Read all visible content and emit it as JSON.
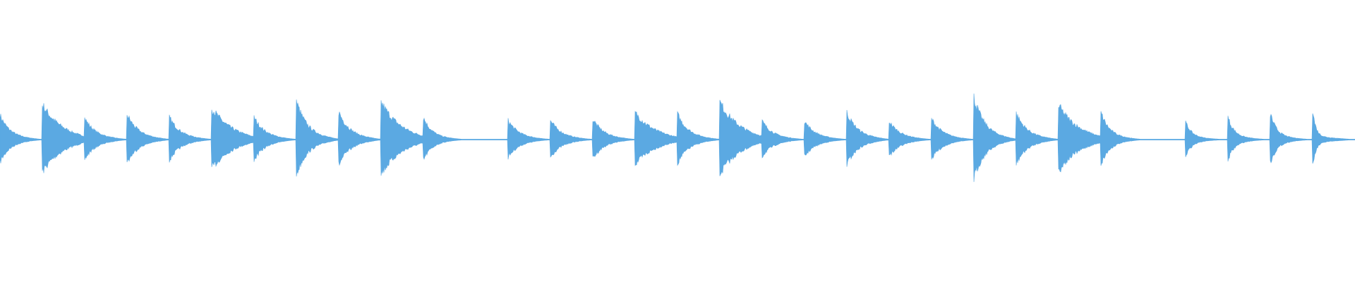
{
  "waveform": {
    "color": "#5ba9e2",
    "background": "#ffffff",
    "duration_seconds": 64,
    "hits": [
      {
        "time": 0.0,
        "peak": 0.31,
        "decay": 0.45
      },
      {
        "time": 2.0,
        "peak": 0.44,
        "decay": 0.9
      },
      {
        "time": 4.0,
        "peak": 0.27,
        "decay": 0.5
      },
      {
        "time": 6.0,
        "peak": 0.32,
        "decay": 0.5
      },
      {
        "time": 8.0,
        "peak": 0.28,
        "decay": 0.5
      },
      {
        "time": 10.0,
        "peak": 0.4,
        "decay": 0.9
      },
      {
        "time": 12.0,
        "peak": 0.28,
        "decay": 0.5
      },
      {
        "time": 14.0,
        "peak": 0.48,
        "decay": 0.5
      },
      {
        "time": 16.0,
        "peak": 0.35,
        "decay": 0.5
      },
      {
        "time": 18.0,
        "peak": 0.47,
        "decay": 0.9
      },
      {
        "time": 20.0,
        "peak": 0.28,
        "decay": 0.4
      },
      {
        "time": 24.0,
        "peak": 0.24,
        "decay": 0.5
      },
      {
        "time": 26.0,
        "peak": 0.24,
        "decay": 0.5
      },
      {
        "time": 28.0,
        "peak": 0.26,
        "decay": 0.5
      },
      {
        "time": 30.0,
        "peak": 0.34,
        "decay": 0.9
      },
      {
        "time": 32.0,
        "peak": 0.32,
        "decay": 0.5
      },
      {
        "time": 34.0,
        "peak": 0.47,
        "decay": 0.9
      },
      {
        "time": 36.0,
        "peak": 0.23,
        "decay": 0.5
      },
      {
        "time": 38.0,
        "peak": 0.23,
        "decay": 0.5
      },
      {
        "time": 40.0,
        "peak": 0.34,
        "decay": 0.5
      },
      {
        "time": 42.0,
        "peak": 0.23,
        "decay": 0.5
      },
      {
        "time": 44.0,
        "peak": 0.26,
        "decay": 0.5
      },
      {
        "time": 46.0,
        "peak": 0.53,
        "decay": 0.5
      },
      {
        "time": 48.0,
        "peak": 0.33,
        "decay": 0.5
      },
      {
        "time": 50.0,
        "peak": 0.43,
        "decay": 0.9
      },
      {
        "time": 52.0,
        "peak": 0.34,
        "decay": 0.4
      },
      {
        "time": 56.0,
        "peak": 0.22,
        "decay": 0.3
      },
      {
        "time": 58.0,
        "peak": 0.28,
        "decay": 0.3
      },
      {
        "time": 60.0,
        "peak": 0.33,
        "decay": 0.3
      },
      {
        "time": 62.0,
        "peak": 0.38,
        "decay": 0.15
      }
    ]
  }
}
